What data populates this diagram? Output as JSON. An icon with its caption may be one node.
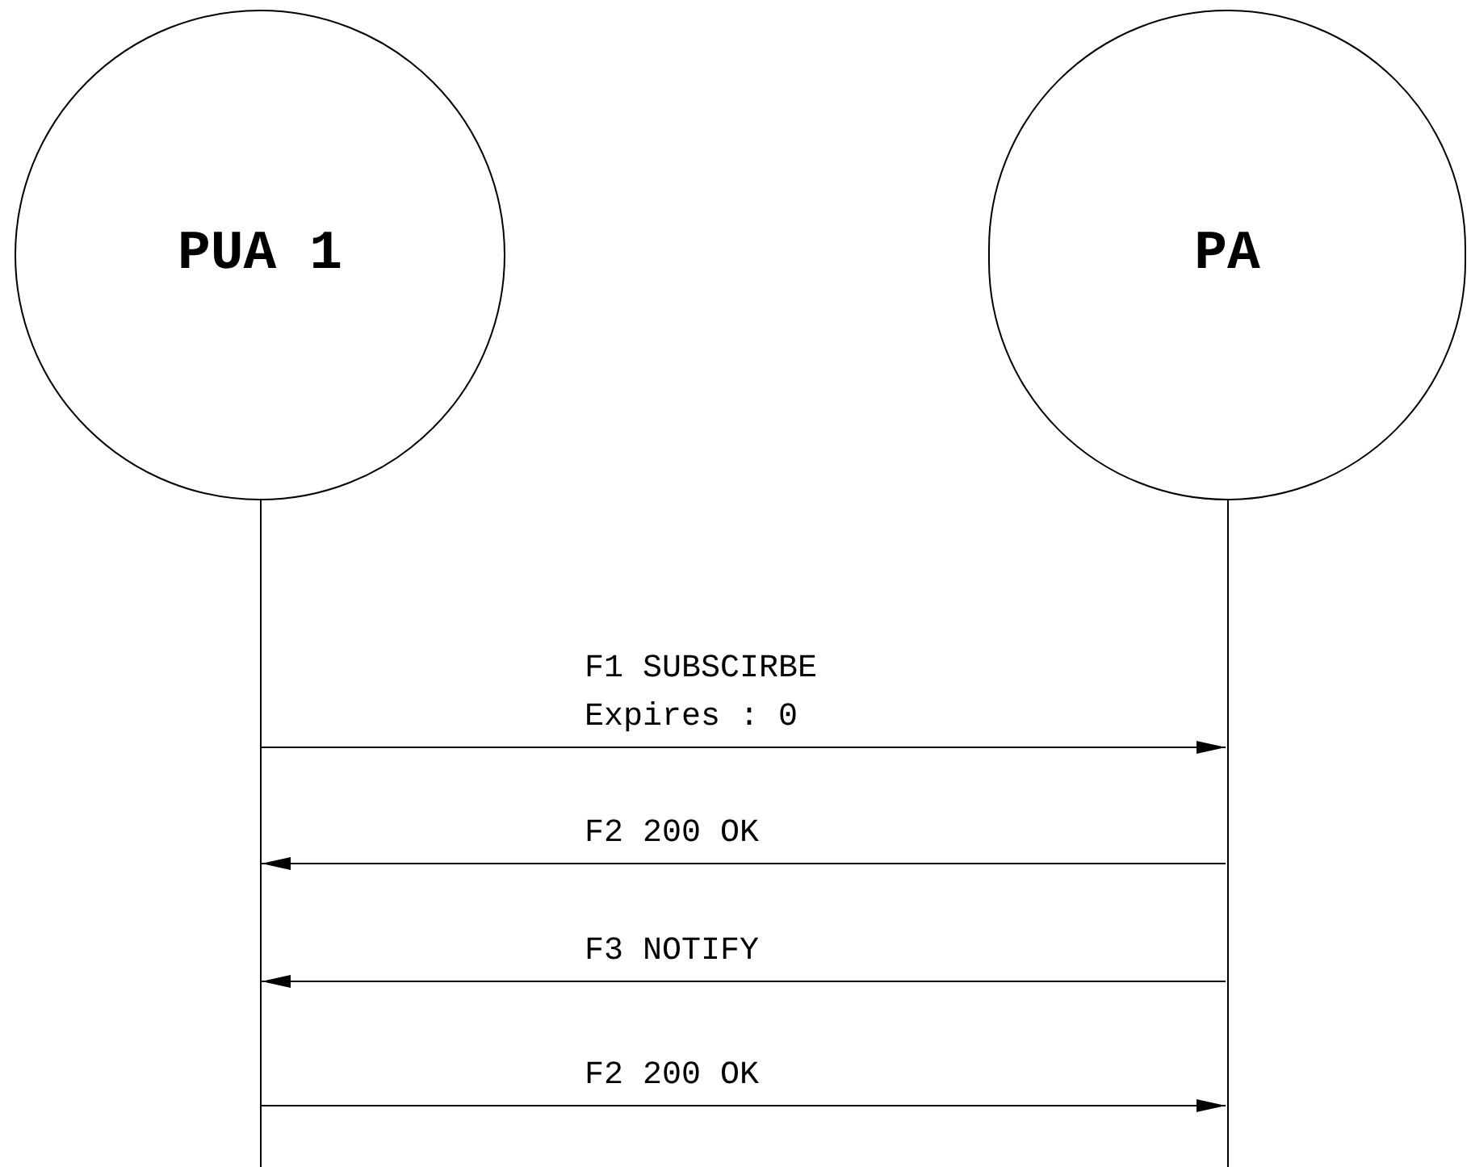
{
  "diagram": {
    "nodes": [
      {
        "text": [
          "PUA 1"
        ]
      },
      {
        "text": [
          "PA"
        ]
      },
      {
        "text": [],
        "shape": "bar"
      },
      {
        "text": [],
        "shape": "bar"
      }
    ],
    "edges": [
      {
        "from": 2,
        "to": 3,
        "arrow": "to",
        "label": "F1 SUBSCIRBE Expires : 0"
      },
      {
        "from": 3,
        "to": 2,
        "arrow": "to",
        "label": "F2 200 OK"
      },
      {
        "from": 3,
        "to": 2,
        "arrow": "to",
        "label": "F3 NOTIFY"
      },
      {
        "from": 2,
        "to": 3,
        "arrow": "to",
        "label": "F2 200 OK"
      }
    ]
  }
}
